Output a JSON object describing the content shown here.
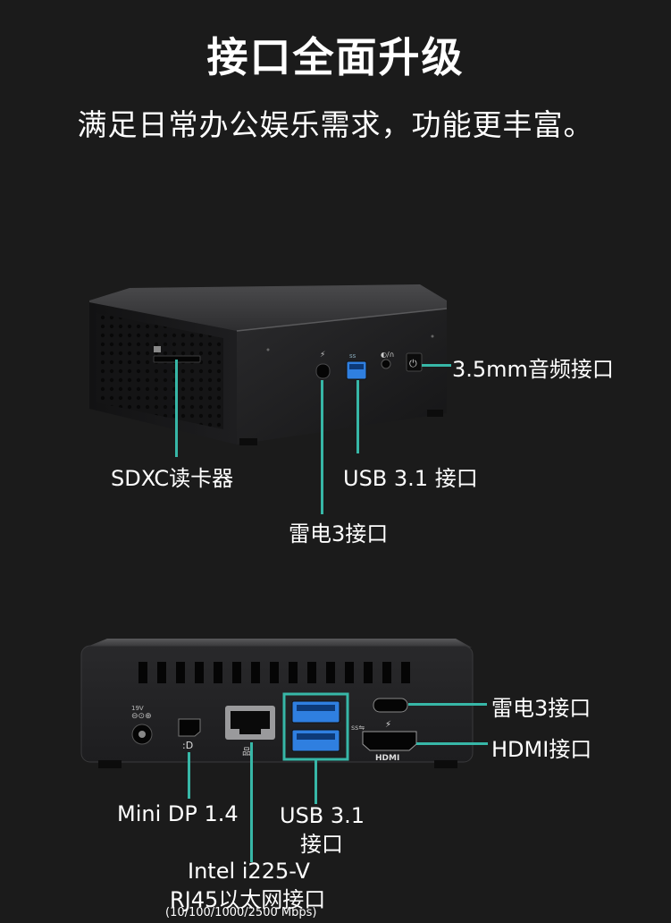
{
  "header": {
    "title": "接口全面升级",
    "subtitle": "满足日常办公娱乐需求，功能更丰富。"
  },
  "front_view": {
    "labels": {
      "audio": "3.5mm音频接口",
      "sd": "SDXC读卡器",
      "usb": "USB 3.1 接口",
      "thunderbolt": "雷电3接口"
    }
  },
  "rear_view": {
    "power_text": "19V",
    "hdmi_text": "HDMI",
    "labels": {
      "thunderbolt": "雷电3接口",
      "hdmi": "HDMI接口",
      "minidp": "Mini DP 1.4",
      "usb_line1": "USB 3.1",
      "usb_line2": "接口",
      "eth_line1": "Intel i225-V",
      "eth_line2": "RJ45以太网接口",
      "eth_line3": "(10/100/1000/2500 Mbps)"
    }
  },
  "colors": {
    "background": "#1b1b1b",
    "accent": "#37b7a7",
    "usb_blue": "#2f7fe0"
  }
}
